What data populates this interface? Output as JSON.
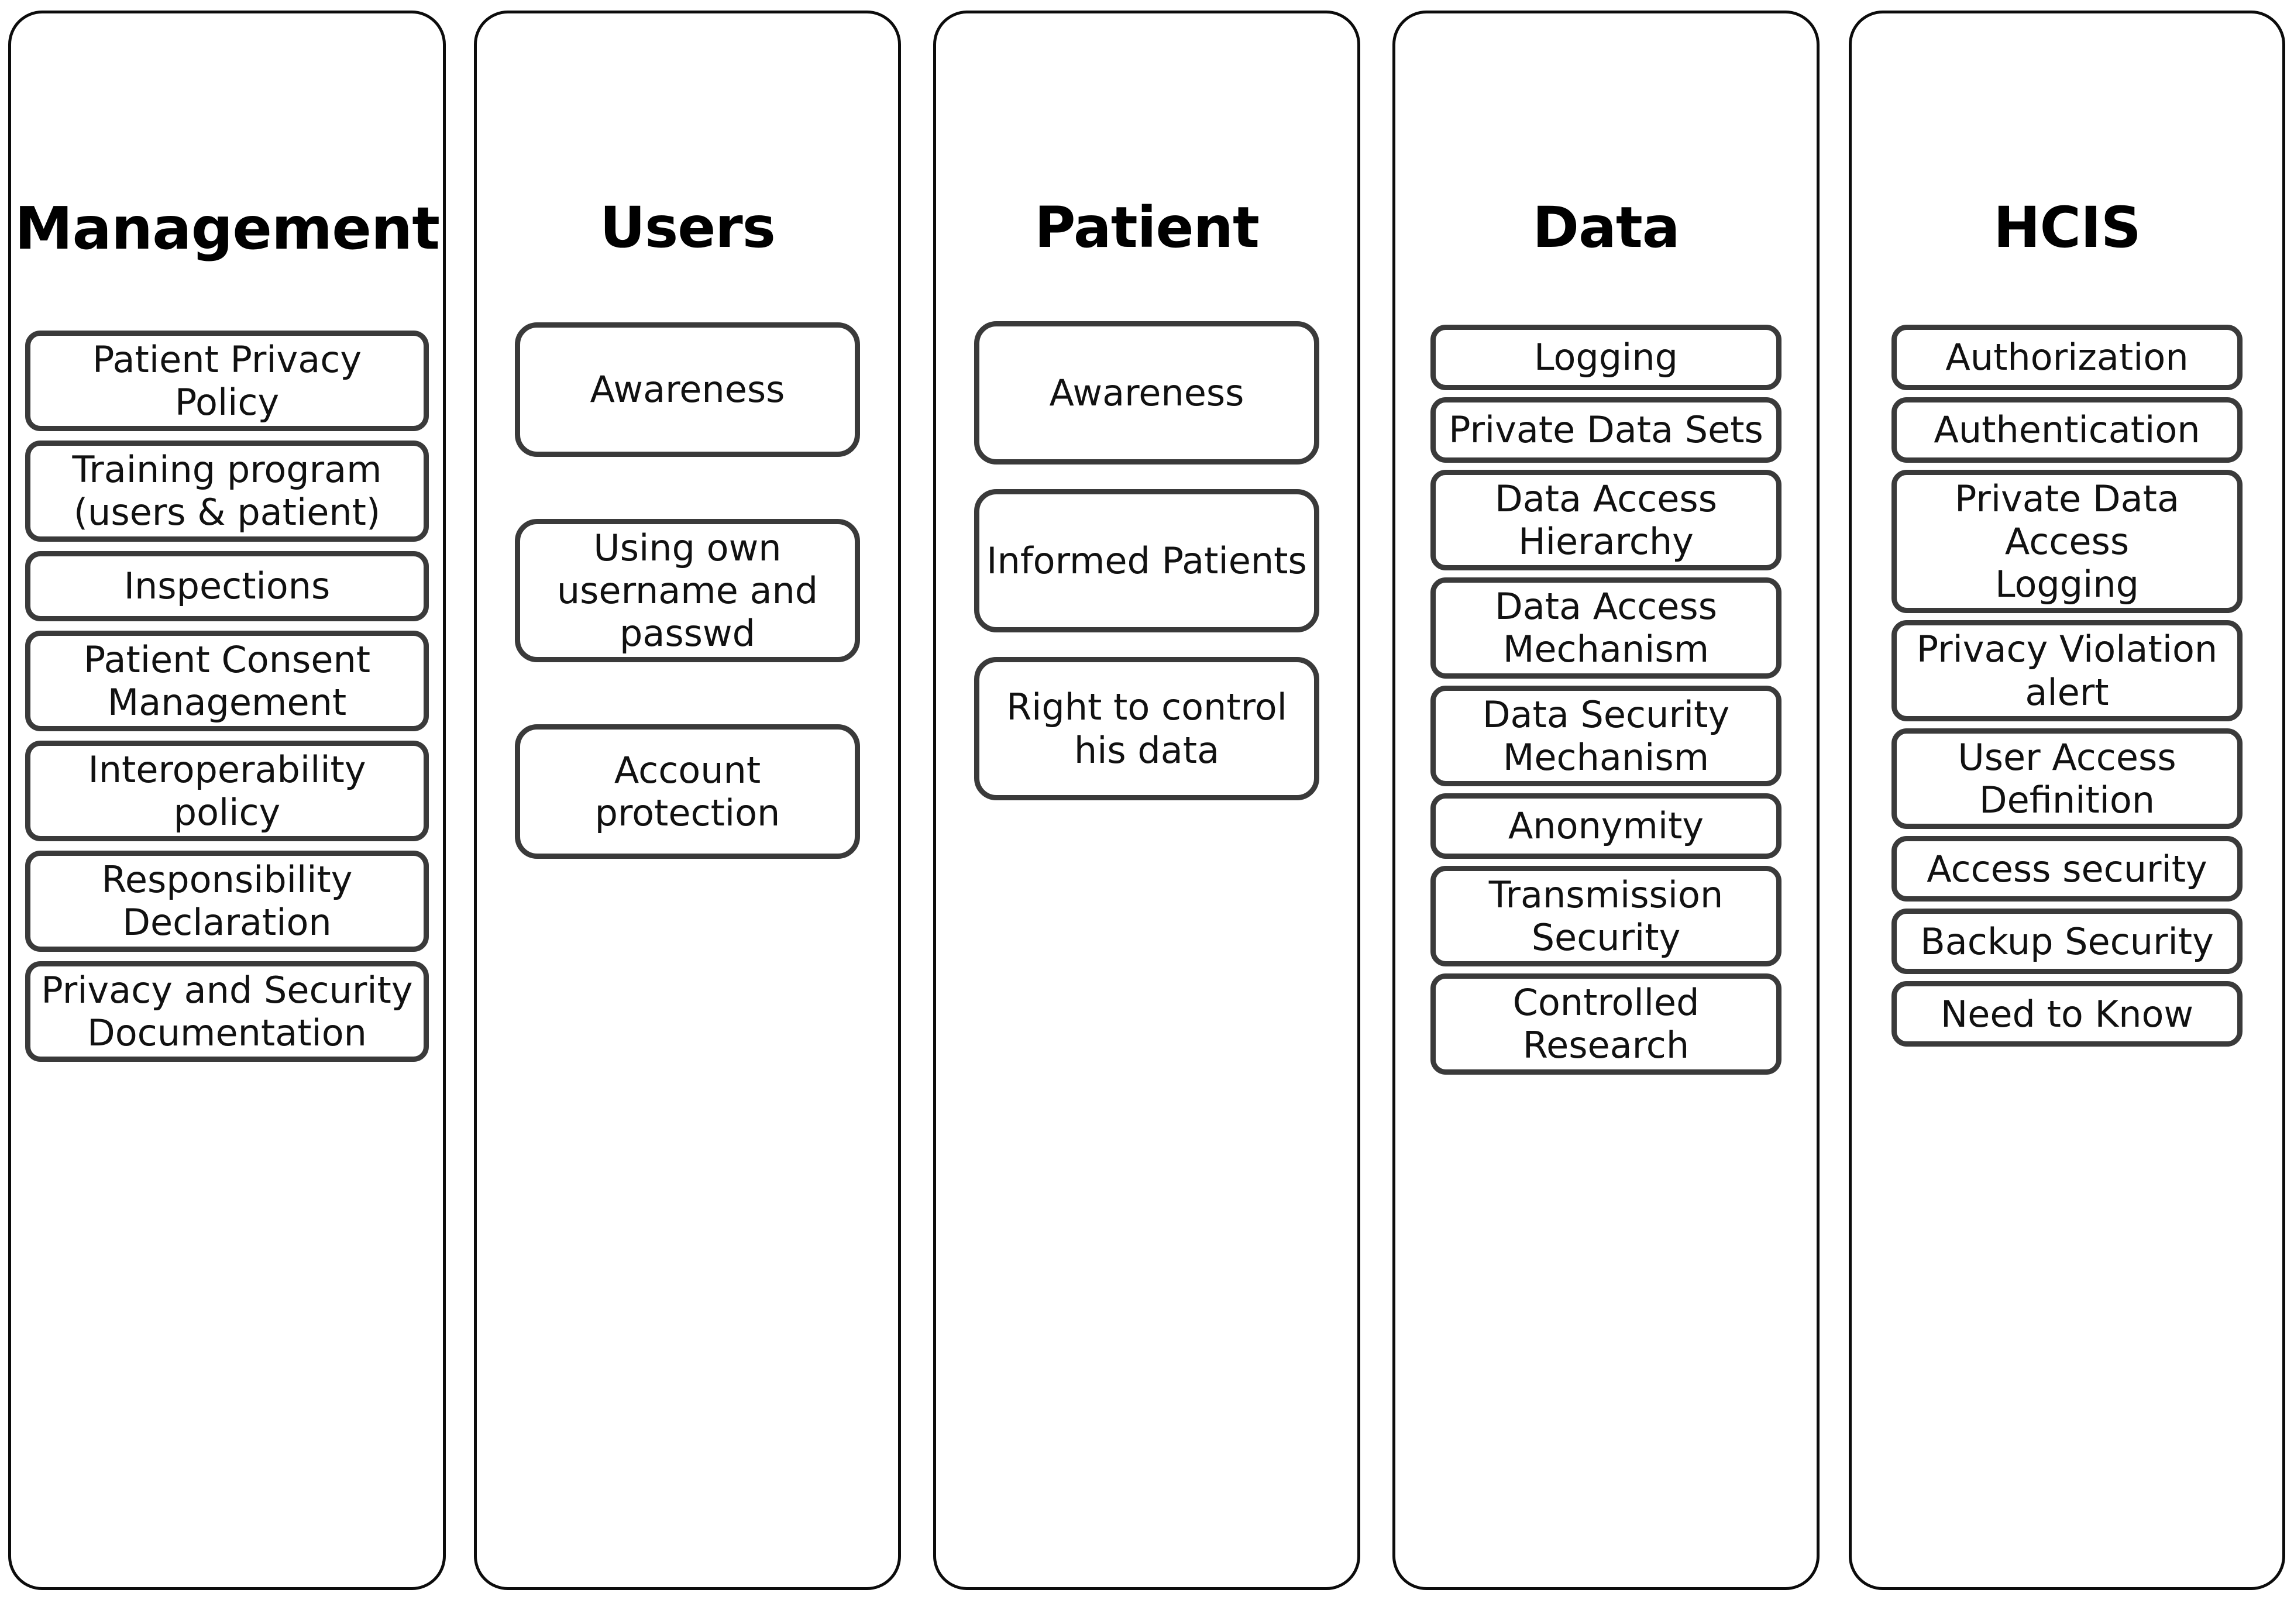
{
  "diagram": {
    "title_absent": true,
    "columns": [
      {
        "id": "management",
        "title": "Management",
        "items": [
          {
            "label": "Patient Privacy Policy",
            "lines": 1
          },
          {
            "label": "Training  program\n(users & patient)",
            "lines": 2
          },
          {
            "label": "Inspections",
            "lines": 1
          },
          {
            "label": "Patient Consent\nManagement",
            "lines": 2
          },
          {
            "label": "Interoperability policy",
            "lines": 1
          },
          {
            "label": "Responsibility\nDeclaration",
            "lines": 2
          },
          {
            "label": "Privacy and Security\nDocumentation",
            "lines": 2
          }
        ]
      },
      {
        "id": "users",
        "title": "Users",
        "items": [
          {
            "label": "Awareness",
            "lines": 1
          },
          {
            "label": "Using own\nusername and\npasswd",
            "lines": 3
          },
          {
            "label": "Account\nprotection",
            "lines": 2
          }
        ]
      },
      {
        "id": "patient",
        "title": "Patient",
        "items": [
          {
            "label": "Awareness",
            "lines": 1
          },
          {
            "label": "Informed Patients",
            "lines": 1
          },
          {
            "label": "Right to control\nhis data",
            "lines": 2
          }
        ]
      },
      {
        "id": "data",
        "title": "Data",
        "items": [
          {
            "label": "Logging",
            "lines": 1
          },
          {
            "label": "Private Data Sets",
            "lines": 1
          },
          {
            "label": "Data Access\nHierarchy",
            "lines": 2
          },
          {
            "label": "Data Access\nMechanism",
            "lines": 2
          },
          {
            "label": "Data Security\nMechanism",
            "lines": 2
          },
          {
            "label": "Anonymity",
            "lines": 1
          },
          {
            "label": "Transmission\nSecurity",
            "lines": 2
          },
          {
            "label": "Controlled\nResearch",
            "lines": 2
          }
        ]
      },
      {
        "id": "hcis",
        "title": "HCIS",
        "items": [
          {
            "label": "Authorization",
            "lines": 1
          },
          {
            "label": "Authentication",
            "lines": 1
          },
          {
            "label": "Private Data Access\nLogging",
            "lines": 2
          },
          {
            "label": "Privacy Violation\nalert",
            "lines": 2
          },
          {
            "label": "User Access\nDefinition",
            "lines": 2
          },
          {
            "label": "Access security",
            "lines": 1
          },
          {
            "label": "Backup Security",
            "lines": 1
          },
          {
            "label": "Need to Know",
            "lines": 1
          }
        ]
      }
    ],
    "colors": {
      "outer_border": "#0c0c0c",
      "item_border": "#3a3a3a",
      "background": "#ffffff",
      "text": "#111111"
    }
  }
}
